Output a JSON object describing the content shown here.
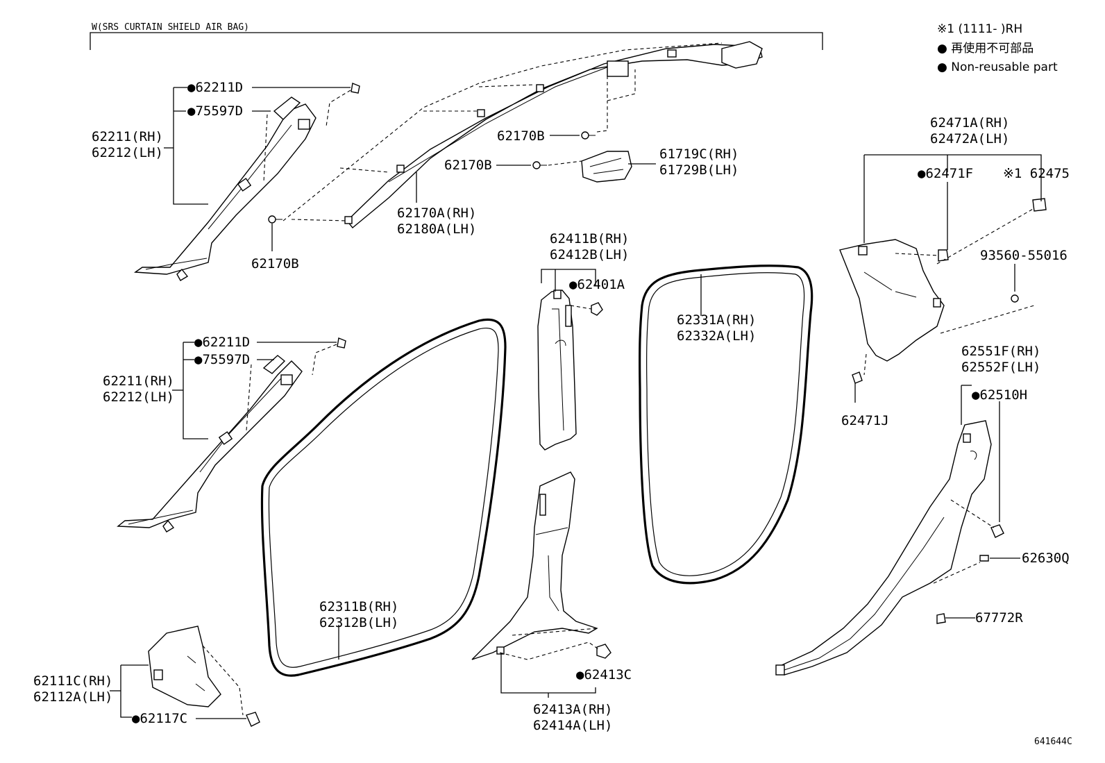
{
  "header": {
    "variant_note": "W(SRS CURTAIN SHIELD AIR BAG)"
  },
  "legend": {
    "note1": "※1 (1111-       )RH",
    "note2": "● 再使用不可部品",
    "note3": "● Non-reusable part"
  },
  "diagram_id": "641644C",
  "callouts": {
    "a_pillar_upper": {
      "clip": "●62211D",
      "clip2": "●75597D",
      "rh": "62211(RH)",
      "lh": "62212(LH)"
    },
    "a_pillar_lower": {
      "clip": "●62211D",
      "clip2": "●75597D",
      "rh": "62211(RH)",
      "lh": "62212(LH)"
    },
    "screw_a": "62170B",
    "screw_b": "62170B",
    "screw_c": "62170B",
    "roof_rail": {
      "rh": "62170A(RH)",
      "lh": "62180A(LH)"
    },
    "assist_grip": {
      "rh": "61719C(RH)",
      "lh": "61729B(LH)"
    },
    "b_pillar_upper": {
      "rh": "62411B(RH)",
      "lh": "62412B(LH)",
      "clip": "●62401A"
    },
    "front_weatherstrip": {
      "rh": "62331A(RH)",
      "lh": "62332A(LH)"
    },
    "front_door_opening": {
      "rh": "62311B(RH)",
      "lh": "62312B(LH)"
    },
    "b_pillar_lower": {
      "rh": "62413A(RH)",
      "lh": "62414A(LH)",
      "clip": "●62413C"
    },
    "cowl_side": {
      "rh": "62111C(RH)",
      "lh": "62112A(LH)",
      "clip": "●62117C"
    },
    "quarter_upper": {
      "rh": "62471A(RH)",
      "lh": "62472A(LH)",
      "clip": "●62471F",
      "note_part": "※1 62475"
    },
    "quarter_screw": "93560-55016",
    "quarter_clip": "62471J",
    "quarter_lower": {
      "rh": "62551F(RH)",
      "lh": "62552F(LH)",
      "clip": "●62510H",
      "part_a": "62630Q",
      "part_b": "67772R"
    }
  }
}
